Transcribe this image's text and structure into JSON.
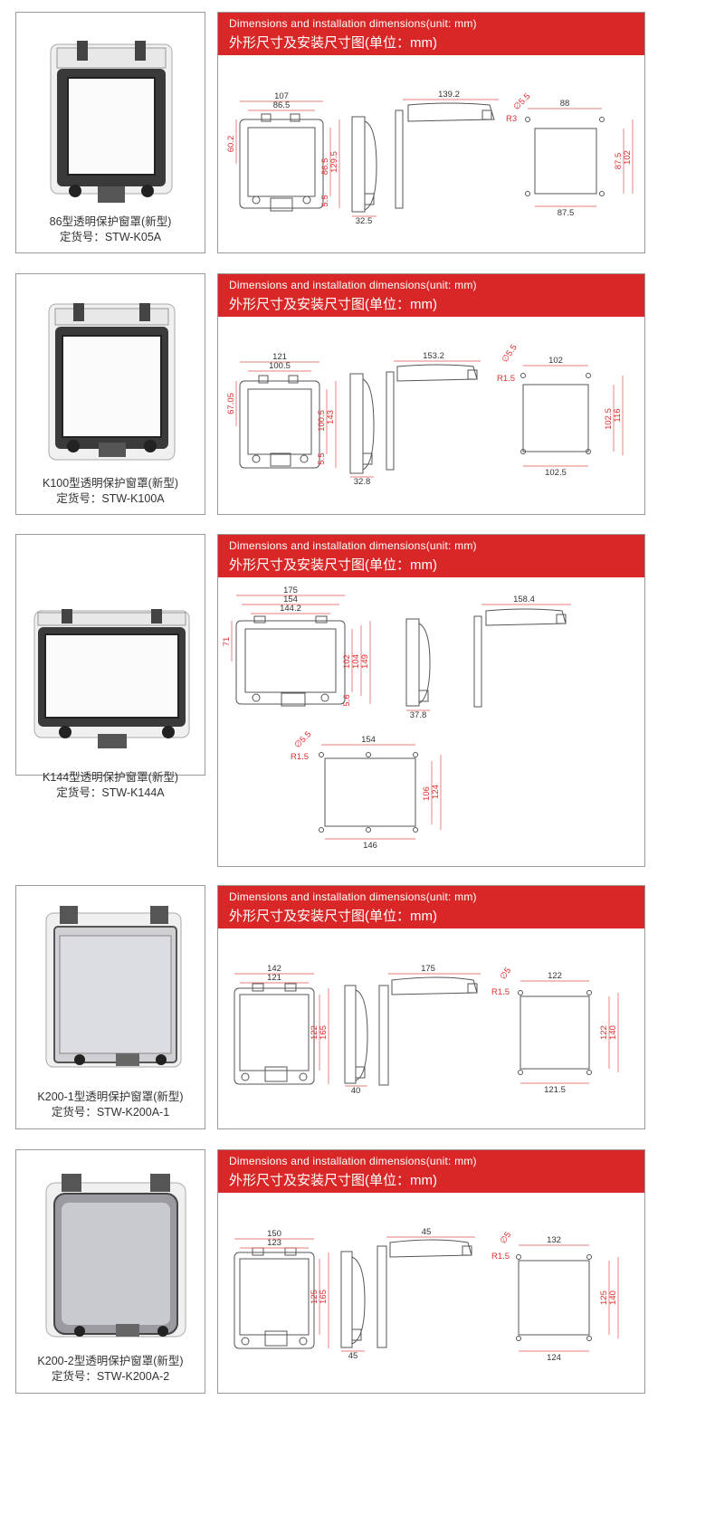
{
  "header": {
    "en": "Dimensions and installation dimensions(unit: mm)",
    "zh": "外形尺寸及安装尺寸图(单位：mm)"
  },
  "products": [
    {
      "name": "86型透明保护窗罩(新型)",
      "code": "定货号：STW-K05A",
      "front": {
        "w_top": "107",
        "w_inner": "86.5",
        "h_left": "60.2",
        "h_a": "86.5",
        "h_b": "129.5",
        "h_c": "5.5"
      },
      "side": {
        "depth": "32.5"
      },
      "top": {
        "width": "139.2"
      },
      "cutout": {
        "hole": "∅5.5",
        "radius": "R3",
        "w_top": "88",
        "h_a": "87.5",
        "h_b": "102",
        "w_bottom": "87.5"
      }
    },
    {
      "name": "K100型透明保护窗罩(新型)",
      "code": "定货号：STW-K100A",
      "front": {
        "w_top": "121",
        "w_inner": "100.5",
        "h_left": "67.05",
        "h_a": "100.5",
        "h_b": "143",
        "h_c": "5.5"
      },
      "side": {
        "depth": "32.8"
      },
      "top": {
        "width": "153.2"
      },
      "cutout": {
        "hole": "∅5.5",
        "radius": "R1.5",
        "w_top": "102",
        "h_a": "102.5",
        "h_b": "116",
        "w_bottom": "102.5"
      }
    },
    {
      "name": "K144型透明保护窗罩(新型)",
      "code": "定货号：STW-K144A",
      "front": {
        "w_top": "175",
        "w_mid": "154",
        "w_inner": "144.2",
        "h_left": "71",
        "h_a": "102",
        "h_b": "104",
        "h_c": "149",
        "h_d": "5.6"
      },
      "side": {
        "depth": "37.8"
      },
      "top": {
        "width": "158.4"
      },
      "cutout": {
        "hole": "∅5.5",
        "radius": "R1.5",
        "w_top": "154",
        "h_a": "106",
        "h_b": "124",
        "w_bottom": "146"
      }
    },
    {
      "name": "K200-1型透明保护窗罩(新型)",
      "code": "定货号：STW-K200A-1",
      "front": {
        "w_top": "142",
        "w_inner": "121",
        "h_a": "122",
        "h_b": "165"
      },
      "side": {
        "depth": "40"
      },
      "top": {
        "width": "175"
      },
      "cutout": {
        "hole": "∅5",
        "radius": "R1.5",
        "w_top": "122",
        "h_a": "122",
        "h_b": "140",
        "w_bottom": "121.5"
      }
    },
    {
      "name": "K200-2型透明保护窗罩(新型)",
      "code": "定货号：STW-K200A-2",
      "front": {
        "w_top": "150",
        "w_inner": "123",
        "h_a": "125",
        "h_b": "165"
      },
      "side": {
        "depth": "45"
      },
      "top": {
        "width": "45"
      },
      "cutout": {
        "hole": "∅5",
        "radius": "R1.5",
        "w_top": "132",
        "h_a": "125",
        "h_b": "140",
        "w_bottom": "124"
      }
    }
  ]
}
